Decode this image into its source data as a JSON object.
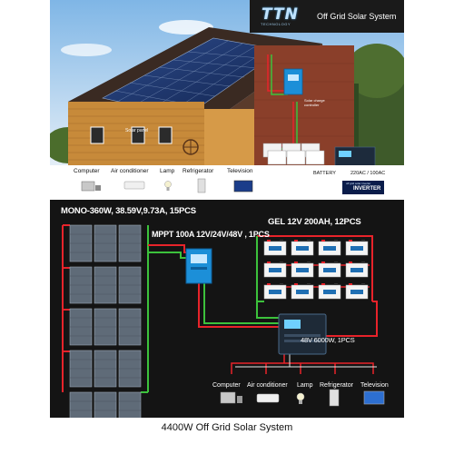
{
  "header": {
    "brand": "TTN",
    "brand_sub": "TECHNOLOGY",
    "title": "Off Grid Solar System"
  },
  "photo": {
    "solar_panel_label": "Solar panel",
    "controller_label": "Solar charge controller",
    "appliances": [
      "Computer",
      "Air conditioner",
      "Lamp",
      "Refrigerator",
      "Television"
    ],
    "battery_label": "BATTERY",
    "ac_label": "220AC / 100AC",
    "inverter_label": "INVERTER",
    "inverter_sub": "off grid solar inverter"
  },
  "diagram": {
    "panels_label": "MONO-360W, 38.59V,9.73A, 15PCS",
    "controller_label": "MPPT 100A 12V/24V/48V , 1PCS",
    "battery_label": "GEL 12V 200AH, 12PCS",
    "inverter_label": "48V 6000W, 1PCS",
    "loads": [
      "Computer",
      "Air conditioner",
      "Lamp",
      "Refrigerator",
      "Television"
    ]
  },
  "caption": "4400W Off Grid Solar System",
  "colors": {
    "wire_red": "#e8232a",
    "wire_green": "#3cc23c",
    "wire_white": "#e8e8e8",
    "diagram_bg": "#141414",
    "controller_blue": "#1c8fd8"
  }
}
